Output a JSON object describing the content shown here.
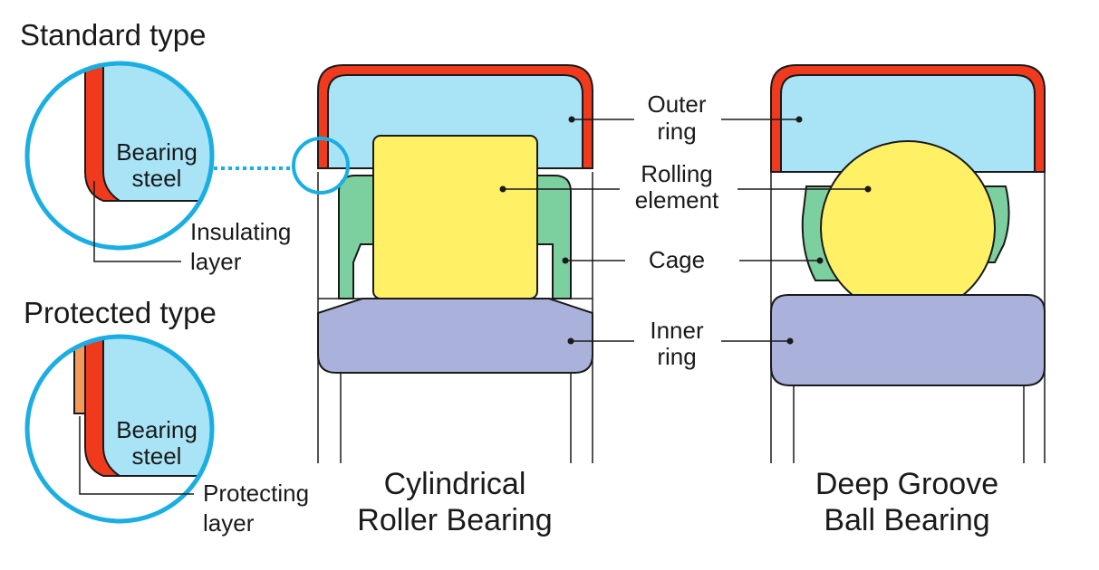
{
  "standard_type": {
    "title": "Standard type",
    "material_lines": [
      "Bearing",
      "steel"
    ],
    "layer_lines": [
      "Insulating",
      "layer"
    ]
  },
  "protected_type": {
    "title": "Protected type",
    "material_lines": [
      "Bearing",
      "steel"
    ],
    "layer_lines": [
      "Protecting",
      "layer"
    ]
  },
  "part_labels": {
    "outer_ring": [
      "Outer",
      "ring"
    ],
    "rolling_element": [
      "Rolling",
      "element"
    ],
    "cage": [
      "Cage"
    ],
    "inner_ring": [
      "Inner",
      "ring"
    ]
  },
  "bearings": {
    "cylindrical": [
      "Cylindrical",
      "Roller Bearing"
    ],
    "deep_groove": [
      "Deep Groove",
      "Ball Bearing"
    ]
  },
  "colors": {
    "insulating_layer": "#f03a1e",
    "protecting_layer": "#f49a5a",
    "outer_ring": "#a8e4f6",
    "rolling_element": "#fff066",
    "cage": "#7ccf9f",
    "inner_ring": "#aab1da",
    "callout_circle": "#1aaee3",
    "outline": "#1a1a1a"
  }
}
